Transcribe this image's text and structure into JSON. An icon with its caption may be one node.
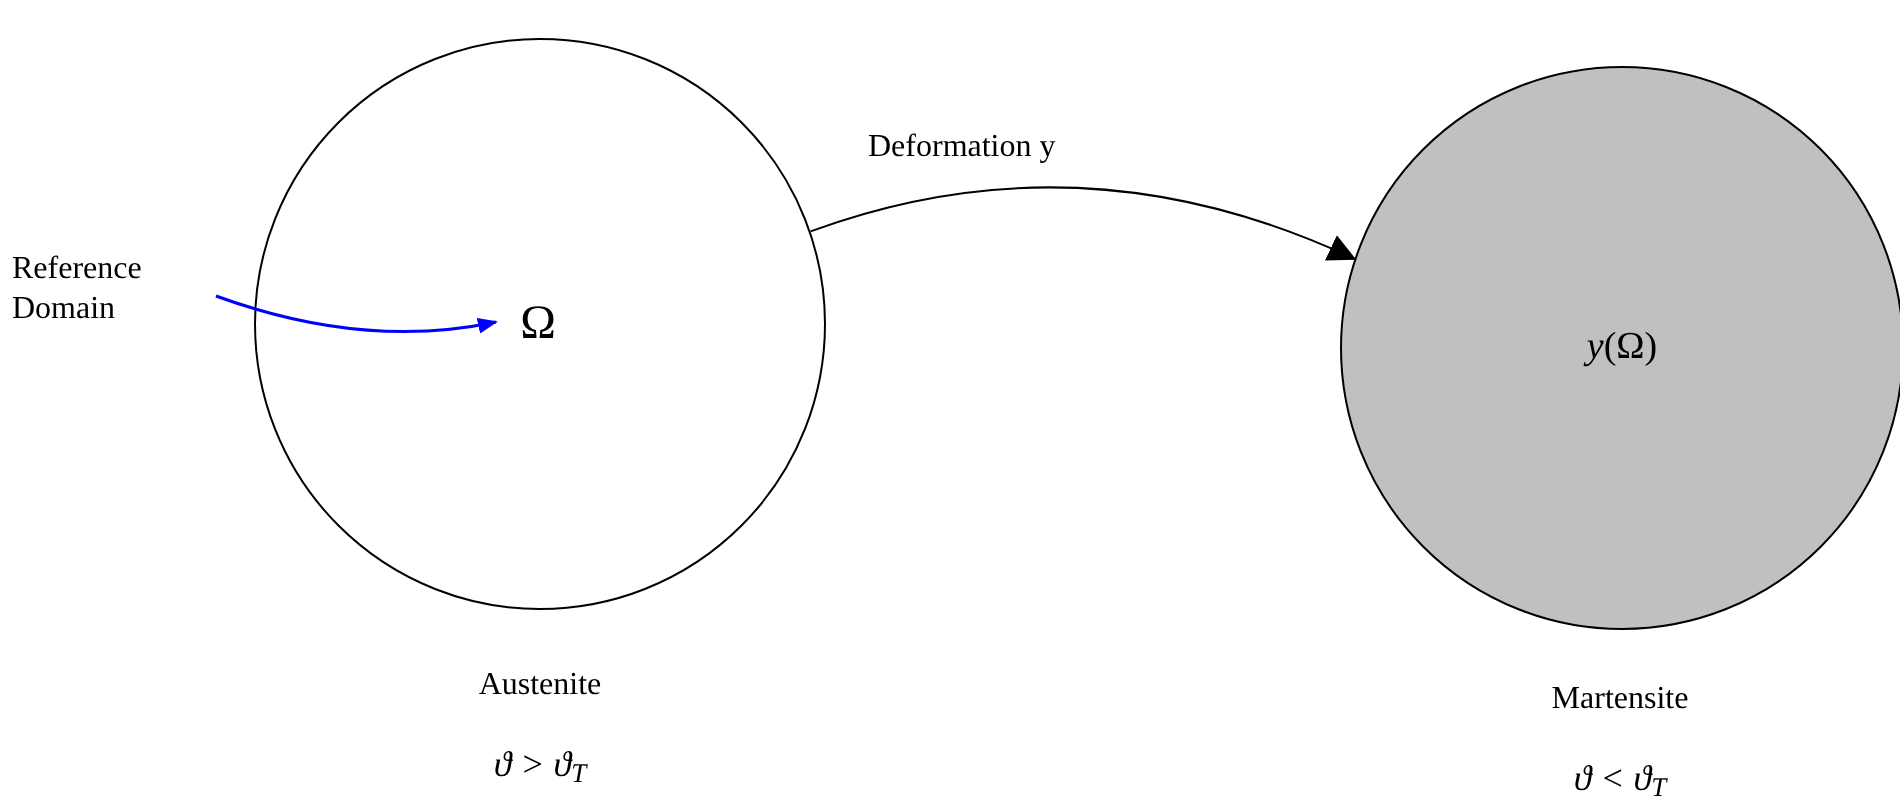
{
  "diagram": {
    "nodes": [
      {
        "text": [
          "Reference Domain"
        ]
      },
      {
        "text": [],
        "shape": "circle",
        "beside": [
          "Austenite",
          "ϑ > ϑ$_{T}$"
        ]
      },
      {
        "text": [
          "Ω"
        ],
        "in": 1
      },
      {
        "text": [
          "*y*(Ω)"
        ],
        "beside": [
          "Martensite",
          "ϑ < ϑ$_{T}$"
        ]
      }
    ],
    "edges": [
      {
        "from": 0,
        "to": 2,
        "arrow": "to",
        "color": "#0000ff"
      },
      {
        "from": 1,
        "to": 3,
        "arrow": "to",
        "label": "Deformation y",
        "color": "#000000"
      }
    ]
  }
}
